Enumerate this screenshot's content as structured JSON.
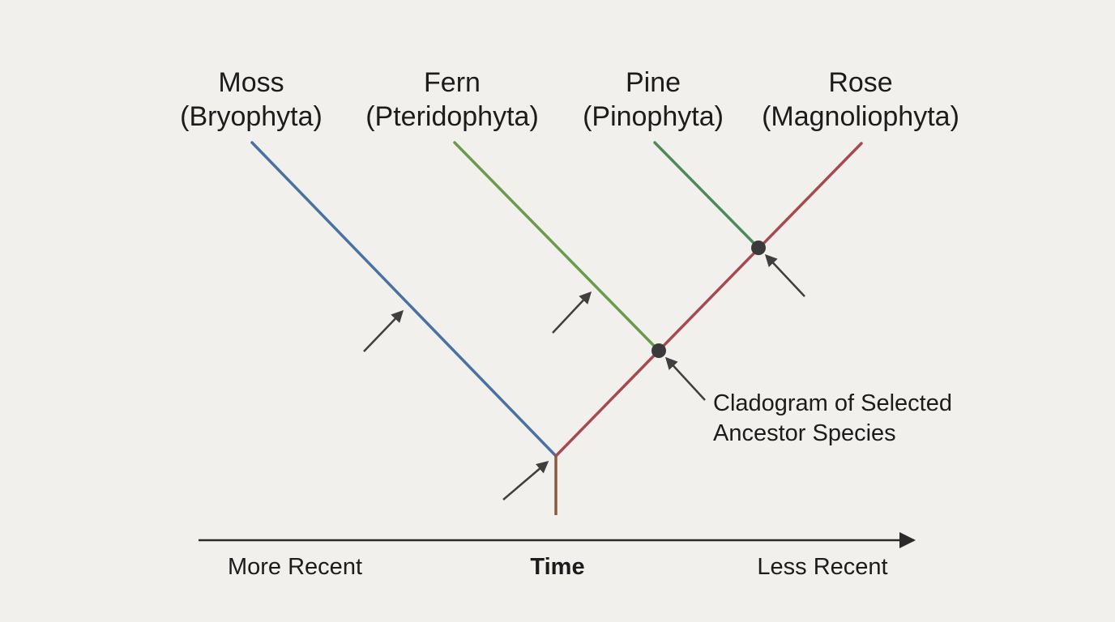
{
  "taxa": [
    {
      "name": "Moss",
      "group": "(Bryophyta)",
      "color": "#4a72a0"
    },
    {
      "name": "Fern",
      "group": "(Pteridophyta)",
      "color": "#6a9a4c"
    },
    {
      "name": "Pine",
      "group": "(Pinophyta)",
      "color": "#4d8a5a"
    },
    {
      "name": "Rose",
      "group": "(Magnoliophyta)",
      "color": "#a54a4e"
    }
  ],
  "root_color": "#8a5a3e",
  "node_color": "#3a3a3a",
  "arrow_color": "#3f3f3f",
  "annotation": {
    "line1": "Cladogram of Selected",
    "line2": "Ancestor Species"
  },
  "time_axis": {
    "left_label": "More Recent",
    "center_label": "Time",
    "right_label": "Less Recent",
    "color": "#2a2a2a"
  }
}
